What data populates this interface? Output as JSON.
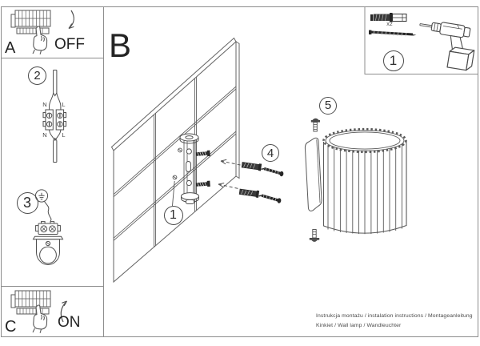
{
  "panels": {
    "a": {
      "label": "A",
      "state": "OFF"
    },
    "b": {
      "label": "B"
    },
    "c": {
      "label": "C",
      "state": "ON"
    }
  },
  "steps": {
    "wall_bracket": "1",
    "wiring": "2",
    "ground_bracket": "3",
    "screws": "4",
    "lamp": "5",
    "parts_kit": "1"
  },
  "wiring": {
    "top_neutral": "N",
    "top_live": "L",
    "bottom_neutral": "N",
    "bottom_live": "L"
  },
  "parts_kit": {
    "quantity": "x2"
  },
  "footer": {
    "line1": "Instrukcja montażu / instalation instructions / Montageanleitung",
    "line2": "Kinkiet / Wall lamp / Wandleuchter"
  },
  "colors": {
    "line": "#5a5a5a",
    "border": "#8d8d8d",
    "dark": "#262626",
    "text": "#2d2d2d"
  },
  "icons": {
    "panel_switch": "circuit-breaker-panel-icon",
    "hand": "pressing-hand-icon",
    "arrow_off": "curved-arrow-down-icon",
    "arrow_on": "curved-arrow-up-icon",
    "ground": "earth-ground-icon",
    "terminal": "terminal-block-icon",
    "wall": "tiled-wall-icon",
    "bracket": "mounting-bracket-icon",
    "wall_plug": "wall-plug-icon",
    "screw": "mounting-screw-icon",
    "drill": "power-drill-icon",
    "lamp": "fluted-wall-lamp-icon"
  }
}
